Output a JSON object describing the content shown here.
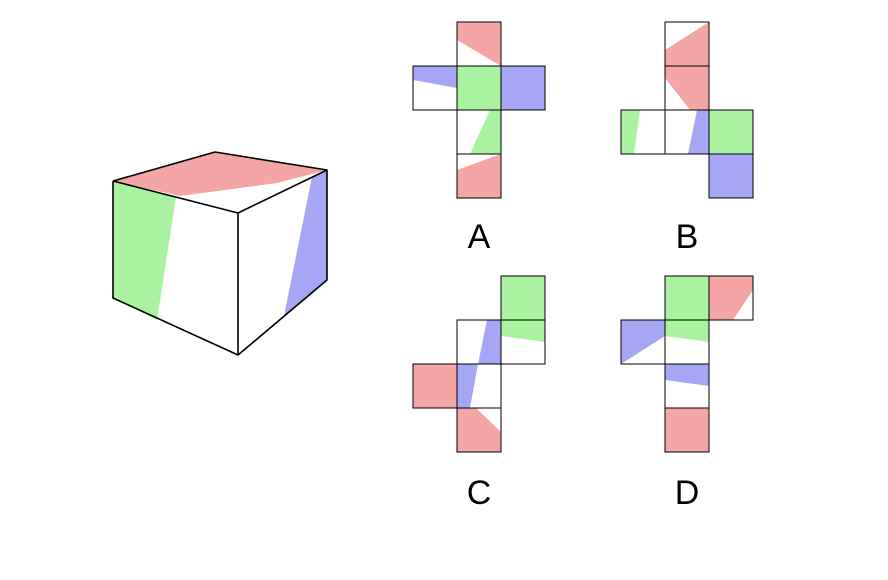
{
  "colors": {
    "red": "#f4a6a6",
    "green": "#a8f2a0",
    "blue": "#a6a6f4",
    "white": "#ffffff",
    "stroke": "#000000"
  },
  "figure": {
    "cube": {
      "top_stripe": "red",
      "left_stripe": "green",
      "right_stripe": "blue"
    },
    "options": [
      {
        "label": "A"
      },
      {
        "label": "B"
      },
      {
        "label": "C"
      },
      {
        "label": "D"
      }
    ]
  }
}
